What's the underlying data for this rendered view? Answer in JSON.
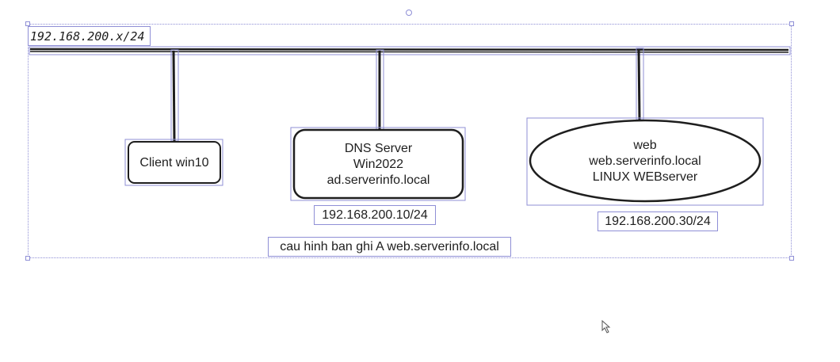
{
  "network": {
    "label": "192.168.200.x/24"
  },
  "nodes": {
    "client": {
      "label": "Client win10"
    },
    "dns": {
      "line1": "DNS Server",
      "line2": "Win2022",
      "line3": "ad.serverinfo.local",
      "ip": "192.168.200.10/24"
    },
    "web": {
      "line1": "web",
      "line2": "web.serverinfo.local",
      "line3": "LINUX WEBserver",
      "ip": "192.168.200.30/24"
    }
  },
  "note": {
    "text": "cau hinh ban ghi A web.serverinfo.local"
  },
  "colors": {
    "selection": "#8f8fd6",
    "stroke": "#1e1e1e"
  }
}
